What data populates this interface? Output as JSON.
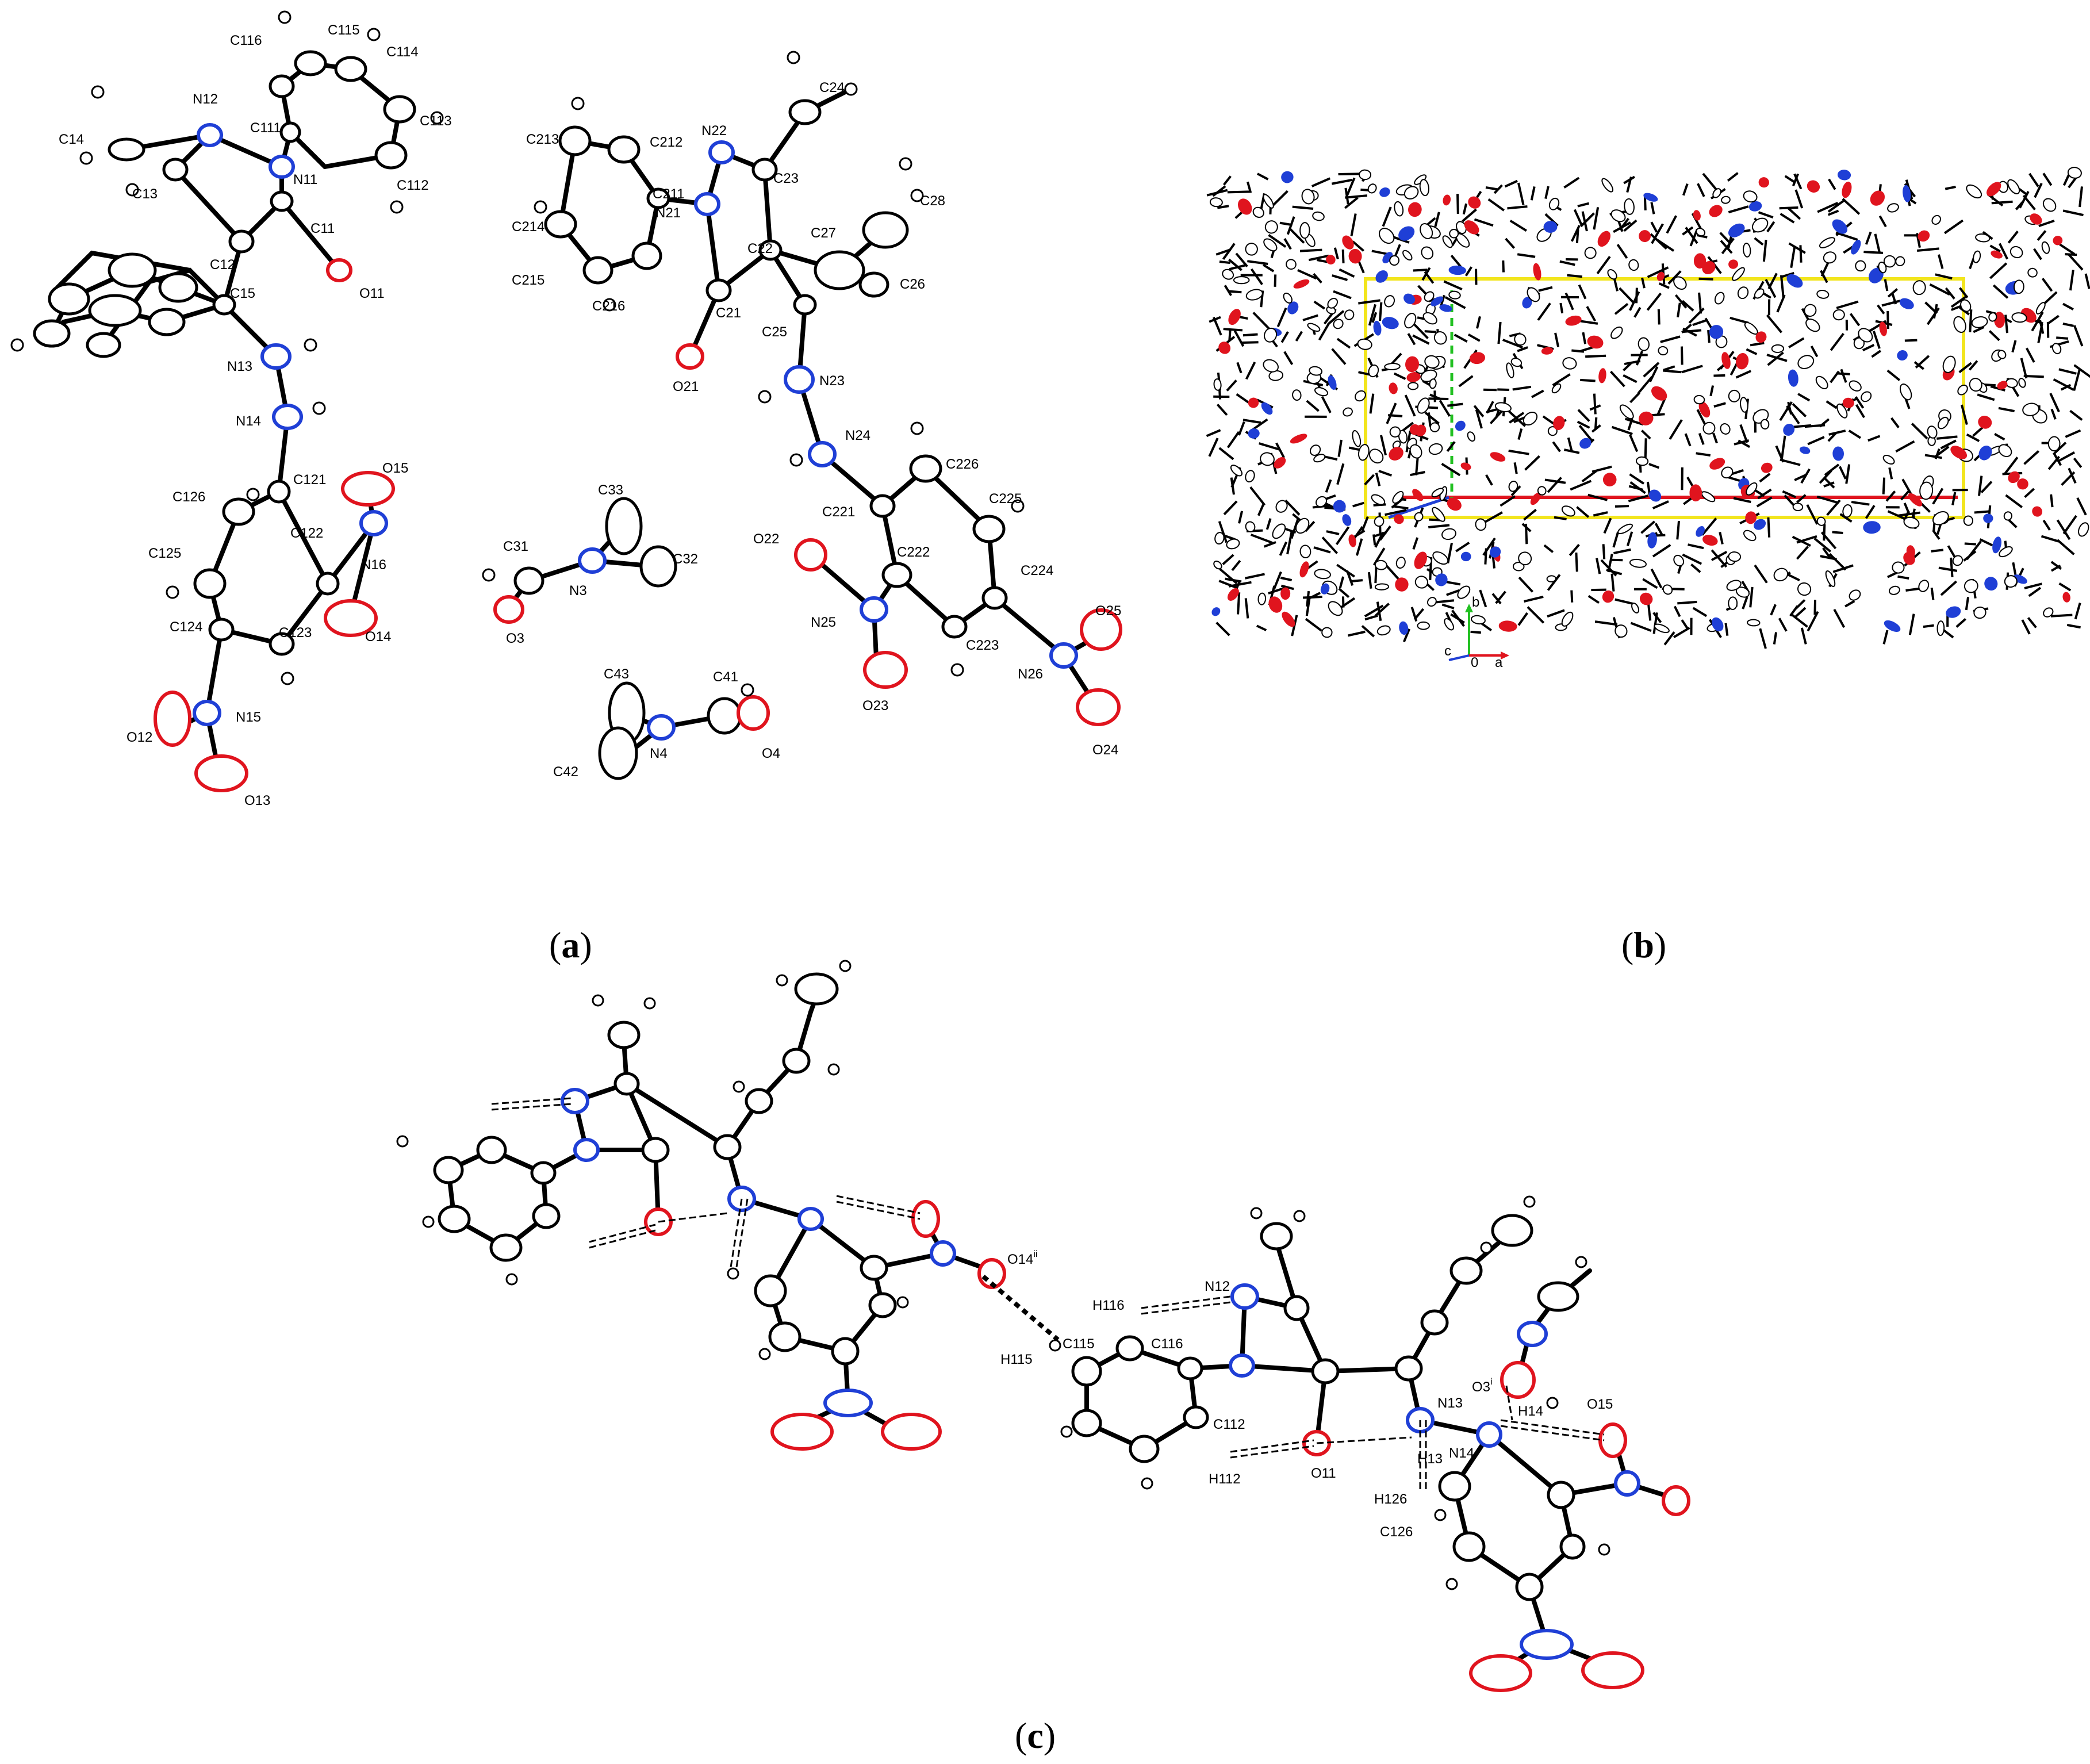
{
  "panels": {
    "a": {
      "label_open": "(",
      "label_letter": "a",
      "label_close": ")",
      "atom_labels": [
        "C116",
        "C115",
        "C114",
        "N12",
        "C111",
        "C113",
        "C14",
        "N11",
        "C13",
        "C112",
        "C11",
        "C12",
        "C15",
        "O11",
        "N13",
        "N14",
        "O15",
        "C121",
        "C126",
        "C122",
        "N16",
        "C125",
        "C124",
        "O14",
        "C123",
        "N15",
        "O12",
        "O13",
        "C24",
        "N22",
        "C212",
        "C213",
        "C23",
        "C211",
        "C28",
        "N21",
        "C27",
        "C214",
        "C22",
        "C26",
        "C215",
        "C216",
        "C21",
        "C25",
        "O21",
        "N23",
        "N24",
        "C226",
        "C225",
        "C221",
        "O22",
        "C222",
        "C224",
        "N25",
        "O25",
        "C223",
        "N26",
        "O23",
        "O24",
        "C33",
        "C31",
        "N3",
        "C32",
        "O3",
        "C43",
        "C41",
        "N4",
        "O4",
        "C42"
      ]
    },
    "b": {
      "label_open": "(",
      "label_letter": "b",
      "label_close": ")",
      "axis_labels": {
        "b": "b",
        "c": "c",
        "o": "0",
        "a": "a"
      }
    },
    "c": {
      "label_open": "(",
      "label_letter": "c",
      "label_close": ")",
      "atom_labels": [
        "O14",
        "ii",
        "N12",
        "H116",
        "C116",
        "H115",
        "C115",
        "C112",
        "H112",
        "O11",
        "H13",
        "N13",
        "O3",
        "i",
        "H14",
        "O15",
        "N14",
        "H126",
        "C126"
      ]
    }
  },
  "colors": {
    "carbon": "#000000",
    "nitrogen": "#1f3fd6",
    "oxygen": "#e0141e",
    "unit_cell": "#f2e51c",
    "axis_a": "#e0141e",
    "axis_b": "#22c022",
    "axis_c": "#1f3fd6"
  }
}
